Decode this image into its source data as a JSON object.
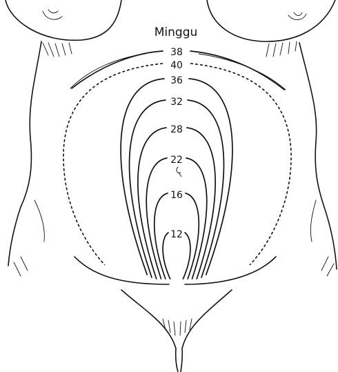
{
  "title": "Minggu",
  "weeks": [
    {
      "label": "38",
      "dashed": false
    },
    {
      "label": "40",
      "dashed": true
    },
    {
      "label": "36",
      "dashed": false
    },
    {
      "label": "32",
      "dashed": false
    },
    {
      "label": "28",
      "dashed": false
    },
    {
      "label": "22",
      "dashed": false
    },
    {
      "label": "16",
      "dashed": false
    },
    {
      "label": "12",
      "dashed": false
    }
  ]
}
